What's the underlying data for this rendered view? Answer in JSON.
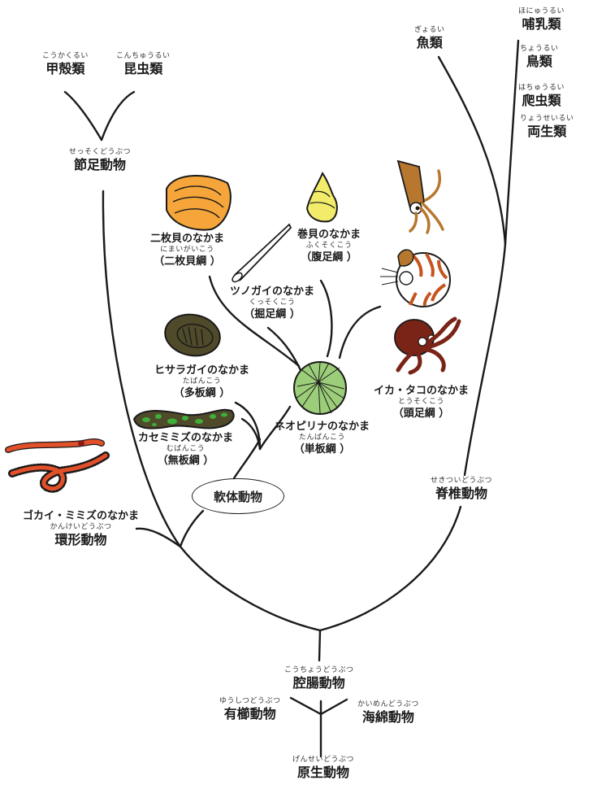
{
  "diagram": {
    "title": "動物の系統樹",
    "nodes": {
      "mammals": {
        "ruby": "ほにゅうるい",
        "name": "哺乳類"
      },
      "birds": {
        "ruby": "ちょうるい",
        "name": "鳥類"
      },
      "reptiles": {
        "ruby": "はちゅうるい",
        "name": "爬虫類"
      },
      "amphibians": {
        "ruby": "りょうせいるい",
        "name": "両生類"
      },
      "fish": {
        "ruby": "ぎょるい",
        "name": "魚類"
      },
      "crustaceans": {
        "ruby": "こうかくるい",
        "name": "甲殻類"
      },
      "insects": {
        "ruby": "こんちゅうるい",
        "name": "昆虫類"
      },
      "arthropods": {
        "ruby": "せっそくどうぶつ",
        "name": "節足動物"
      },
      "bivalves": {
        "group": "二枚貝のなかま",
        "ruby": "にまいがいこう",
        "cls": "（二枚貝綱 ）"
      },
      "gastropods": {
        "group": "巻貝のなかま",
        "ruby": "ふくそくこう",
        "cls": "（腹足綱 ）"
      },
      "scaphopods": {
        "group": "ツノガイのなかま",
        "ruby": "くっそくこう",
        "cls": "（掘足綱 ）"
      },
      "polyplacophora": {
        "group": "ヒサラガイのなかま",
        "ruby": "たばんこう",
        "cls": "（多板綱 ）"
      },
      "aplacophora": {
        "group": "カセミミズのなかま",
        "ruby": "むばんこう",
        "cls": "（無板綱 ）"
      },
      "monoplacophora": {
        "group": "ネオピリナのなかま",
        "ruby": "たんばんこう",
        "cls": "（単板綱 ）"
      },
      "cephalopods": {
        "group": "イカ・タコのなかま",
        "ruby": "とうそくこう",
        "cls": "（頭足綱 ）"
      },
      "mollusks": {
        "name": "軟体動物"
      },
      "annelids": {
        "group": "ゴカイ・ミミズのなかま",
        "ruby": "かんけいどうぶつ",
        "name": "環形動物"
      },
      "vertebrates": {
        "ruby": "せきついどうぶつ",
        "name": "脊椎動物"
      },
      "coelenterates": {
        "ruby": "こうちょうどうぶつ",
        "name": "腔腸動物"
      },
      "ctenophores": {
        "ruby": "ゆうしつどうぶつ",
        "name": "有櫛動物"
      },
      "sponges": {
        "ruby": "かいめんどうぶつ",
        "name": "海綿動物"
      },
      "protozoa": {
        "ruby": "げんせいどうぶつ",
        "name": "原生動物"
      }
    },
    "illustrations": [
      "clam-icon",
      "snail-icon",
      "tusk-shell-icon",
      "chiton-icon",
      "solenogaster-icon",
      "neopilina-icon",
      "squid-icon",
      "nautilus-icon",
      "octopus-icon",
      "earthworm-icon",
      "polychaete-icon"
    ],
    "colors": {
      "line": "#1a1a1a",
      "clam": "#f5a53a",
      "snail": "#f2ec6a",
      "chiton": "#4f4a2a",
      "solenogaster_spots": "#3fae3a",
      "neopilina": "#9cce7a",
      "squid": "#b7772f",
      "nautilus_stripes": "#c5541d",
      "octopus": "#7a2418",
      "worm": "#e2502a"
    }
  }
}
